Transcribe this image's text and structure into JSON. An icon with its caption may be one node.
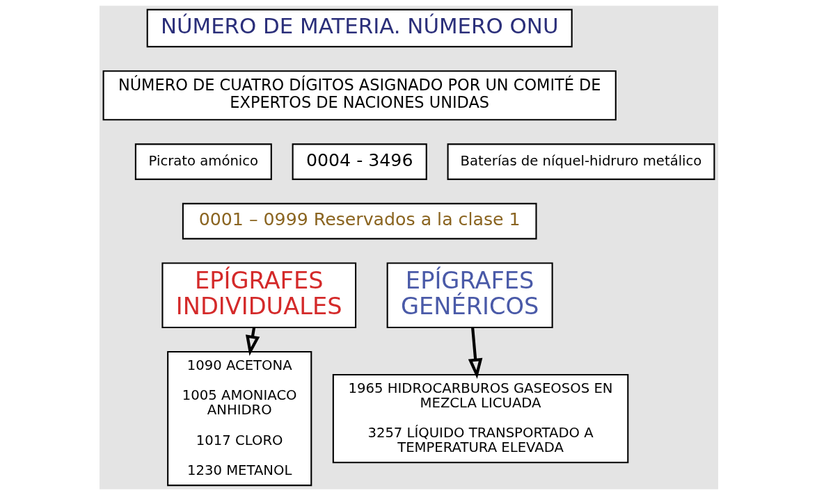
{
  "diagram": {
    "nodes": [
      {
        "text": [
          "NÚMERO DE MATERIA. NÚMERO ONU"
        ]
      },
      {
        "text": [
          "NÚMERO DE CUATRO DÍGITOS ASIGNADO POR UN COMITÉ DE EXPERTOS DE NACIONES UNIDAS"
        ]
      },
      {
        "text": [
          "Picrato amónico"
        ]
      },
      {
        "text": [
          "0004 - 3496"
        ]
      },
      {
        "text": [
          "Baterías de níquel-hidruro metálico"
        ]
      },
      {
        "text": [
          "0001 – 0999 Reservados a la clase 1"
        ]
      },
      {
        "text": [
          "EPÍGRAFES INDIVIDUALES"
        ]
      },
      {
        "text": [
          "EPÍGRAFES GENÉRICOS"
        ]
      },
      {
        "text": [
          "1090 ACETONA",
          "1005 AMONIACO ANHIDRO",
          "1017 CLORO",
          "1230 METANOL"
        ]
      },
      {
        "text": [
          "1965 HIDROCARBUROS GASEOSOS EN MEZCLA LICUADA",
          "3257 LÍQUIDO TRANSPORTADO A TEMPERATURA ELEVADA"
        ]
      }
    ],
    "edges": [
      {
        "from": 6,
        "to": 8,
        "arrow": "to"
      },
      {
        "from": 7,
        "to": 9,
        "arrow": "to"
      }
    ]
  }
}
